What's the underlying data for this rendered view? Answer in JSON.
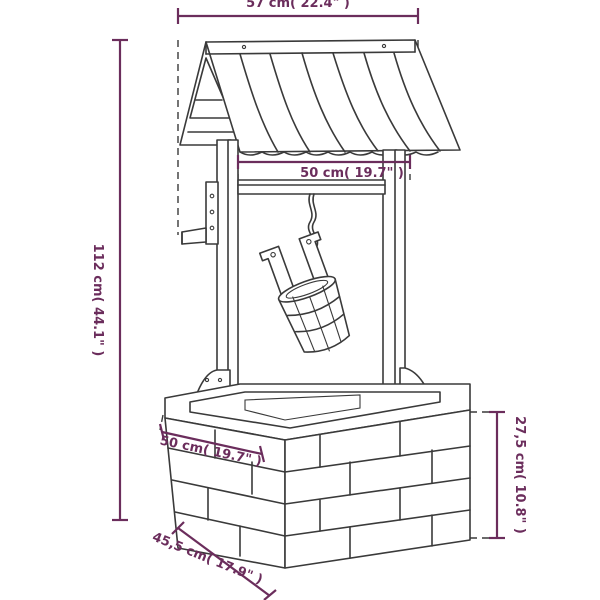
{
  "colors": {
    "dimension": "#6b2d5c",
    "outline": "#3a3a3a",
    "fill": "#ffffff"
  },
  "dimensions": {
    "top_width": "57 cm( 22.4\" )",
    "roof_inner_width": "50 cm( 19.7\" )",
    "total_height": "112 cm( 44.1\" )",
    "base_width": "50 cm( 19.7\" )",
    "base_height": "27,5 cm( 10.8\" )",
    "base_depth": "45,5 cm( 17.9\" )"
  }
}
